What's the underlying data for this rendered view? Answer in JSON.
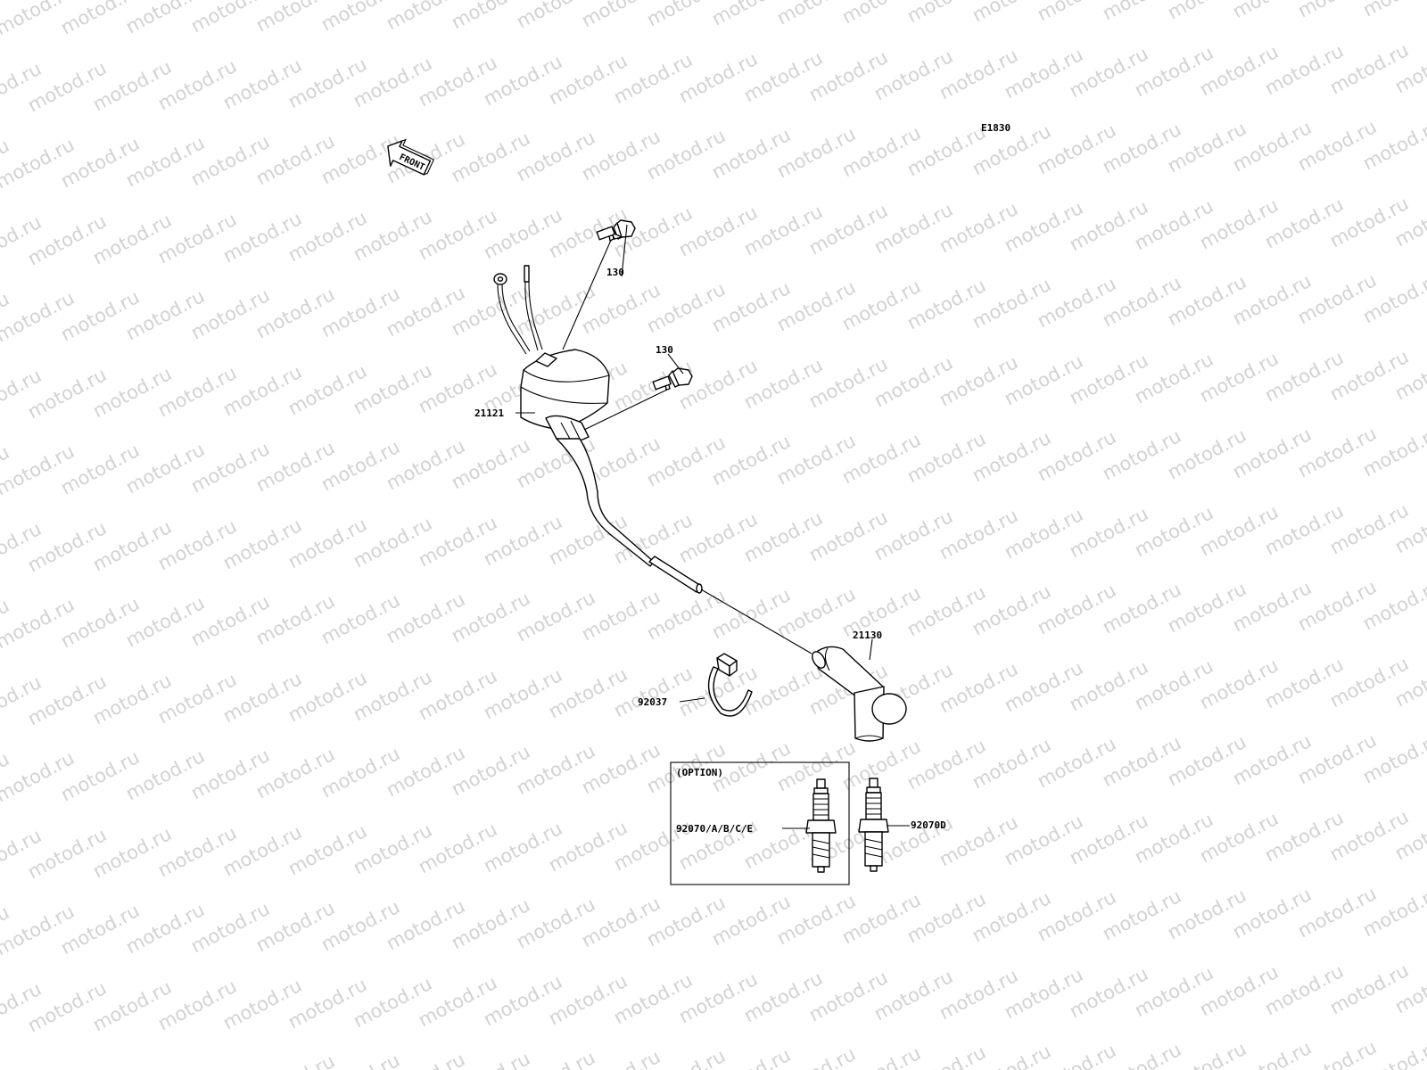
{
  "diagram_code": "E1830",
  "front_arrow_label": "FRONT",
  "watermark_text": "motod.ru",
  "option_box_label": "(OPTION)",
  "callouts": {
    "bolt_upper": "130",
    "bolt_lower": "130",
    "ignition_coil": "21121",
    "plug_cap": "21130",
    "cable_tie": "92037",
    "spark_plug_option": "92070/A/B/C/E",
    "spark_plug": "92070D"
  },
  "colors": {
    "ink": "#000000",
    "watermark": "#d2d2d2",
    "background": "#ffffff"
  }
}
